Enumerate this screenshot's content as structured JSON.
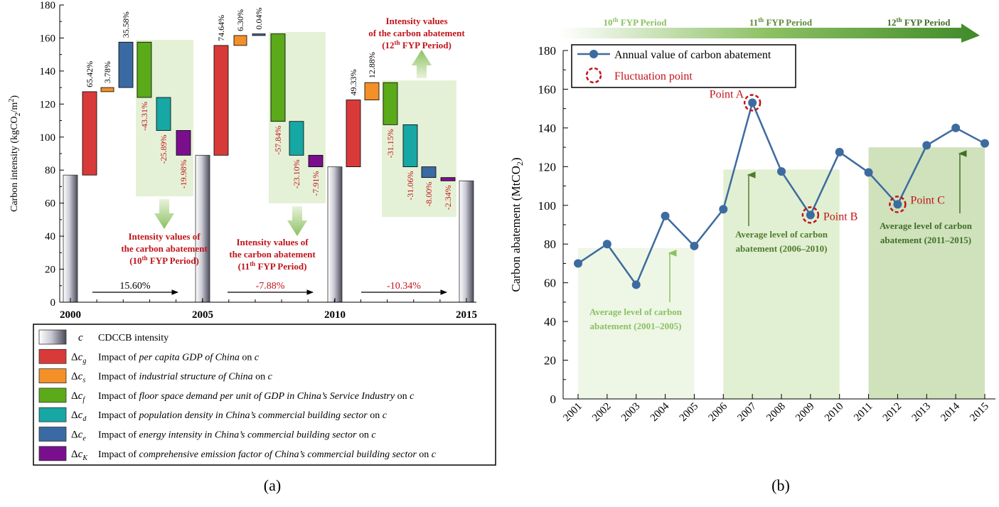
{
  "panel_a": {
    "label": "(a)",
    "ylabel": "Carbon intensity (kgCO₂/m²)",
    "ylabel_main": "Carbon intensity (kgCO",
    "ylabel_sub": "2",
    "ylabel_mid": "/m",
    "ylabel_sup": "2",
    "ylabel_end": ")",
    "yticks": [
      "0",
      "20",
      "40",
      "60",
      "80",
      "100",
      "120",
      "140",
      "160",
      "180"
    ],
    "xticks": [
      "2000",
      "2005",
      "2010",
      "2015"
    ],
    "period_changes": [
      "15.60%",
      "-7.88%",
      "-10.34%"
    ],
    "annotations": [
      {
        "l1": "Intensity values of",
        "l2": "the carbon abatement",
        "l3_pre": "(10",
        "l3_sup": "th",
        "l3_post": " FYP Period)"
      },
      {
        "l1": "Intensity values of",
        "l2": "the carbon abatement",
        "l3_pre": "(11",
        "l3_sup": "th",
        "l3_post": " FYP Period)"
      },
      {
        "l1": "Intensity values",
        "l2": "of the carbon abatement",
        "l3_pre": "(12",
        "l3_sup": "th",
        "l3_post": " FYP Period)"
      }
    ],
    "legend": [
      {
        "sym": "c",
        "sub": "",
        "text_parts": [
          [
            "CDCCB intensity",
            ""
          ]
        ],
        "color": "gradient"
      },
      {
        "sym": "Δc",
        "sub": "g",
        "text_parts": [
          [
            "Impact of ",
            ""
          ],
          [
            "per capita GDP of China",
            "i"
          ],
          [
            " on ",
            ""
          ],
          [
            "c",
            "i"
          ]
        ],
        "color": "#d83a3a"
      },
      {
        "sym": "Δc",
        "sub": "s",
        "text_parts": [
          [
            "Impact of ",
            ""
          ],
          [
            "industrial structure of China",
            "i"
          ],
          [
            " on ",
            ""
          ],
          [
            "c",
            "i"
          ]
        ],
        "color": "#f39028"
      },
      {
        "sym": "Δc",
        "sub": "f",
        "text_parts": [
          [
            "Impact of ",
            ""
          ],
          [
            "floor space demand per unit of GDP in China’s Service Industry",
            "i"
          ],
          [
            " on ",
            ""
          ],
          [
            "c",
            "i"
          ]
        ],
        "color": "#5aaa19"
      },
      {
        "sym": "Δc",
        "sub": "d",
        "text_parts": [
          [
            "Impact of ",
            ""
          ],
          [
            "population density in China’s commercial building sector",
            "i"
          ],
          [
            " on ",
            ""
          ],
          [
            "c",
            "i"
          ]
        ],
        "color": "#17a7a5"
      },
      {
        "sym": "Δc",
        "sub": "e",
        "text_parts": [
          [
            "Impact of ",
            ""
          ],
          [
            "energy intensity in China’s commercial building sector",
            "i"
          ],
          [
            " on ",
            ""
          ],
          [
            "c",
            "i"
          ]
        ],
        "color": "#3a6aa3"
      },
      {
        "sym": "Δc",
        "sub": "K",
        "text_parts": [
          [
            "Impact of ",
            ""
          ],
          [
            "comprehensive emission factor of China’s commercial building sector",
            "i"
          ],
          [
            " on ",
            ""
          ],
          [
            "c",
            "i"
          ]
        ],
        "color": "#7a0f8e"
      }
    ]
  },
  "panel_b": {
    "label": "(b)",
    "ylabel_main": "Carbon abatement (MtCO",
    "ylabel_sub": "2",
    "ylabel_end": ")",
    "yticks": [
      "0",
      "20",
      "40",
      "60",
      "80",
      "100",
      "120",
      "140",
      "160",
      "180"
    ],
    "fyp_labels": [
      {
        "pre": "10",
        "sup": "th",
        "post": " FYP Period"
      },
      {
        "pre": "11",
        "sup": "th",
        "post": " FYP Period"
      },
      {
        "pre": "12",
        "sup": "th",
        "post": " FYP Period"
      }
    ],
    "legend_series": "Annual value of carbon abatement",
    "legend_fluct": "Fluctuation point",
    "points": [
      "Point A",
      "Point B",
      "Point C"
    ],
    "avg_labels": [
      {
        "l1": "Average level of carbon",
        "l2": "abatement (2001–2005)"
      },
      {
        "l1": "Average level of carbon",
        "l2": "abatement (2006–2010)"
      },
      {
        "l1": "Average level of carbon",
        "l2": "abatement (2011–2015)"
      }
    ]
  },
  "chart_data": [
    {
      "type": "bar",
      "panel": "a",
      "ylim": [
        0,
        180
      ],
      "baseline_bars": [
        {
          "x": "2000",
          "value": 77
        },
        {
          "x": "2005",
          "value": 89
        },
        {
          "x": "2010",
          "value": 82
        },
        {
          "x": "2015",
          "value": 73.5
        }
      ],
      "waterfall": [
        {
          "factor": "g",
          "from": 77,
          "to": 127.5,
          "label": "65.42%"
        },
        {
          "factor": "s",
          "from": 127.5,
          "to": 130,
          "label": "3.78%"
        },
        {
          "factor": "e",
          "from": 130,
          "to": 157.5,
          "label": "35.58%"
        },
        {
          "factor": "f",
          "from": 157.5,
          "to": 124,
          "label": "-43.31%"
        },
        {
          "factor": "d",
          "from": 124,
          "to": 104,
          "label": "-25.89%"
        },
        {
          "factor": "K",
          "from": 104,
          "to": 89,
          "label": "-19.98%"
        },
        {
          "factor": "g",
          "from": 89,
          "to": 155.5,
          "label": "74.64%"
        },
        {
          "factor": "s",
          "from": 155.5,
          "to": 161.5,
          "label": "6.30%"
        },
        {
          "factor": "e",
          "from": 161.5,
          "to": 162.5,
          "label": "0.04%"
        },
        {
          "factor": "f",
          "from": 162.5,
          "to": 109.5,
          "label": "-57.84%"
        },
        {
          "factor": "d",
          "from": 109.5,
          "to": 89,
          "label": "-23.10%"
        },
        {
          "factor": "K",
          "from": 89,
          "to": 82,
          "label": "-7.91%"
        },
        {
          "factor": "g",
          "from": 82,
          "to": 122.5,
          "label": "49.33%"
        },
        {
          "factor": "s",
          "from": 122.5,
          "to": 133,
          "label": "12.88%"
        },
        {
          "factor": "f",
          "from": 133,
          "to": 107.5,
          "label": "-31.15%"
        },
        {
          "factor": "d",
          "from": 107.5,
          "to": 82,
          "label": "-31.06%"
        },
        {
          "factor": "e",
          "from": 82,
          "to": 75.5,
          "label": "-8.00%"
        },
        {
          "factor": "K",
          "from": 75.5,
          "to": 73.5,
          "label": "-2.34%"
        }
      ]
    },
    {
      "type": "line",
      "panel": "b",
      "x": [
        "2001",
        "2002",
        "2003",
        "2004",
        "2005",
        "2006",
        "2007",
        "2008",
        "2009",
        "2010",
        "2011",
        "2012",
        "2013",
        "2014",
        "2015"
      ],
      "series": [
        {
          "name": "Annual value of carbon abatement",
          "values": [
            70,
            80,
            59,
            94.5,
            79,
            98,
            153,
            117.5,
            95,
            127.5,
            117,
            100.5,
            131,
            140,
            132
          ]
        }
      ],
      "ylim": [
        0,
        180
      ],
      "ylabel": "Carbon abatement (MtCO2)",
      "fluctuation_points": [
        {
          "label": "Point A",
          "x": "2007",
          "value": 153
        },
        {
          "label": "Point B",
          "x": "2009",
          "value": 95
        },
        {
          "label": "Point C",
          "x": "2012",
          "value": 100.5
        }
      ],
      "average_levels": [
        {
          "range": [
            "2001",
            "2005"
          ],
          "value": 78
        },
        {
          "range": [
            "2006",
            "2010"
          ],
          "value": 118.5
        },
        {
          "range": [
            "2011",
            "2015"
          ],
          "value": 130
        }
      ]
    }
  ],
  "colors": {
    "g": "#d83a3a",
    "s": "#f39028",
    "f": "#5aaa19",
    "d": "#17a7a5",
    "e": "#3a6aa3",
    "K": "#7a0f8e",
    "line": "#3d6b9f",
    "annot_red": "#c0141a",
    "green_light": "#8cc063",
    "green_dark": "#3f6f27"
  }
}
